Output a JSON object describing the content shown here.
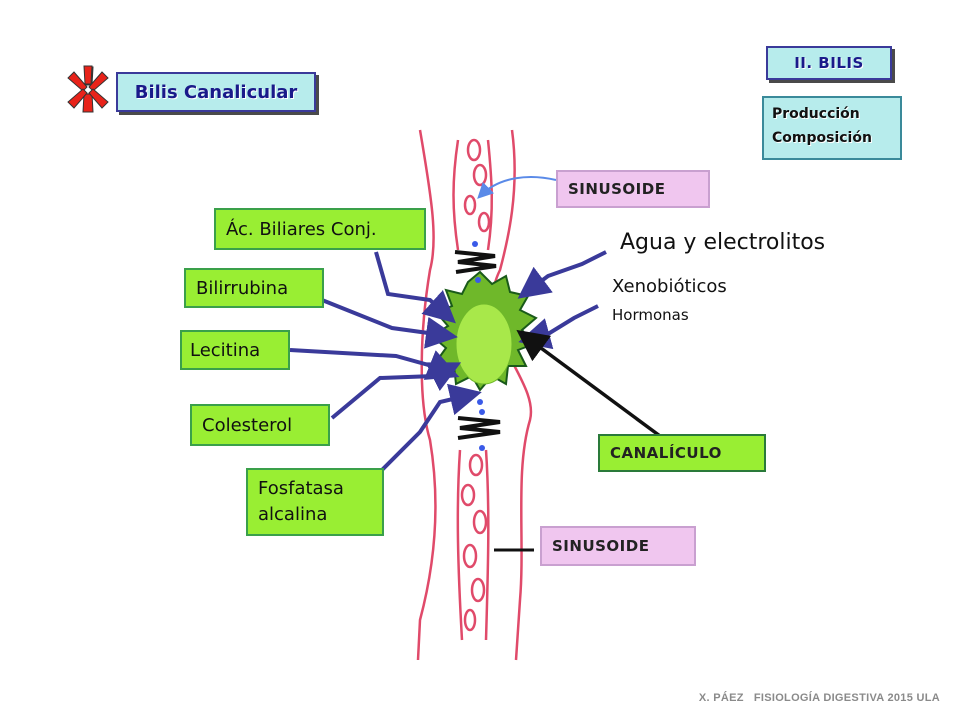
{
  "header": {
    "title": "Bilis Canalicular",
    "section_badge": "II. BILIS",
    "topics": [
      "Producción",
      "Composición"
    ]
  },
  "labels": {
    "sinusoide_top": "SINUSOIDE",
    "sinusoide_bottom": "SINUSOIDE",
    "acidos_biliares": "Ác. Biliares Conj.",
    "bilirrubina": "Bilirrubina",
    "lecitina": "Lecitina",
    "colesterol": "Colesterol",
    "fosfatasa": [
      "Fosfatasa",
      "alcalina"
    ],
    "agua": "Agua y electrolitos",
    "xenobioticos": "Xenobióticos",
    "hormonas": "Hormonas",
    "canaliculo": "CANALÍCULO"
  },
  "footer": "X. PÁEZ   FISIOLOGÍA DIGESTIVA 2015 ULA",
  "colors": {
    "arrow": "#3a3a9a",
    "vessel": "#e04a6a",
    "canaliculus": "#8fd63a",
    "label_green": "#99ee33",
    "label_pink": "#f0c6ef",
    "badge": "#b7ecec",
    "asterisk": "#e8231a"
  },
  "icons": [
    "asterisk-icon"
  ]
}
